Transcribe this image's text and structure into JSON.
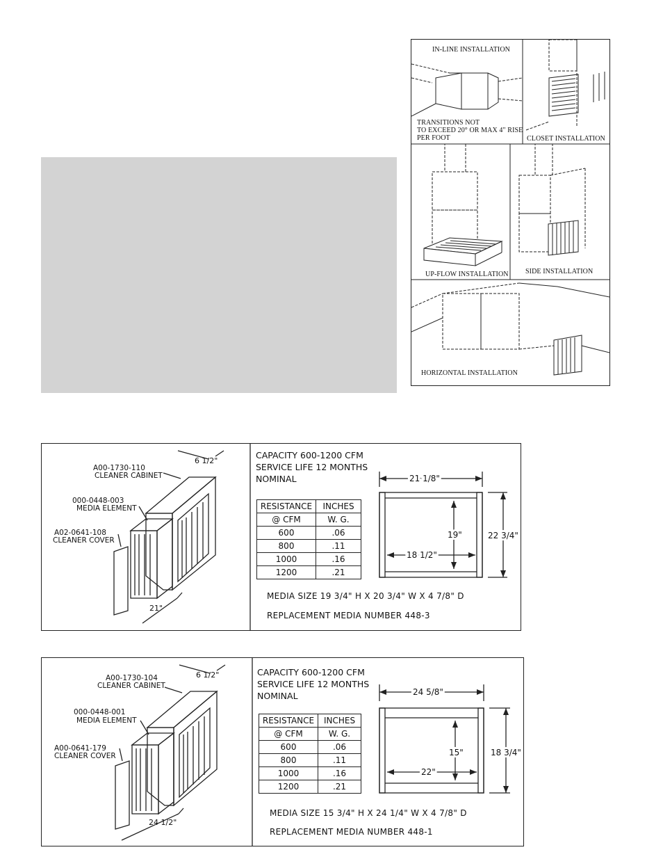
{
  "install_panel": {
    "inline_caption": "IN-LINE INSTALLATION",
    "transition_note_1": "TRANSITIONS NOT",
    "transition_note_2": "TO EXCEED 20° OR MAX 4\" RISE",
    "transition_note_3": "PER FOOT",
    "closet_caption": "CLOSET INSTALLATION",
    "upflow_caption": "UP-FLOW INSTALLATION",
    "side_caption": "SIDE INSTALLATION",
    "horizontal_caption": "HORIZONTAL INSTALLATION"
  },
  "spec_1": {
    "cabinet_part": "A00-1730-110",
    "cabinet_label": "CLEANER CABINET",
    "media_part": "000-0448-003",
    "media_label": "MEDIA ELEMENT",
    "cover_part": "A02-0641-108",
    "cover_label": "CLEANER COVER",
    "depth_dim": "6 1/2\"",
    "length_dim": "21\"",
    "capacity": "CAPACITY 600-1200 CFM\nSERVICE LIFE 12 MONTHS\nNOMINAL",
    "table_header": [
      "RESISTANCE",
      "INCHES"
    ],
    "table_subheader": [
      "@ CFM",
      "W. G."
    ],
    "table_rows": [
      [
        "600",
        ".06"
      ],
      [
        "800",
        ".11"
      ],
      [
        "1000",
        ".16"
      ],
      [
        "1200",
        ".21"
      ]
    ],
    "width_dim": "21 1/8\"",
    "inner_height_dim": "19\"",
    "inner_width_dim": "18 1/2\"",
    "height_dim": "22 3/4\"",
    "media_size": "MEDIA SIZE 19 3/4\" H X 20 3/4\" W X 4 7/8\" D",
    "replacement": "REPLACEMENT MEDIA NUMBER 448-3"
  },
  "spec_2": {
    "cabinet_part": "A00-1730-104",
    "cabinet_label": "CLEANER CABINET",
    "media_part": "000-0448-001",
    "media_label": "MEDIA ELEMENT",
    "cover_part": "A00-0641-179",
    "cover_label": "CLEANER COVER",
    "depth_dim": "6 1/2\"",
    "length_dim": "24 1/2\"",
    "capacity": "CAPACITY 600-1200 CFM\nSERVICE LIFE 12 MONTHS\nNOMINAL",
    "table_header": [
      "RESISTANCE",
      "INCHES"
    ],
    "table_subheader": [
      "@ CFM",
      "W. G."
    ],
    "table_rows": [
      [
        "600",
        ".06"
      ],
      [
        "800",
        ".11"
      ],
      [
        "1000",
        ".16"
      ],
      [
        "1200",
        ".21"
      ]
    ],
    "width_dim": "24 5/8\"",
    "inner_height_dim": "15\"",
    "inner_width_dim": "22\"",
    "height_dim": "18 3/4\"",
    "media_size": "MEDIA SIZE 15 3/4\" H X 24 1/4\" W X 4 7/8\" D",
    "replacement": "REPLACEMENT MEDIA NUMBER 448-1"
  }
}
